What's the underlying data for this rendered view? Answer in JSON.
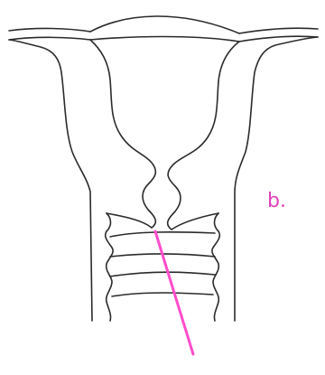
{
  "figure": {
    "panel_label": "b."
  },
  "colors": {
    "outline": "#2b2b2b",
    "indicator": "#ff4dcc",
    "label": "#e040b8",
    "background": "#ffffff"
  },
  "icons": {
    "uterus": "uterus-line-drawing",
    "indicator": "pointer-line"
  }
}
